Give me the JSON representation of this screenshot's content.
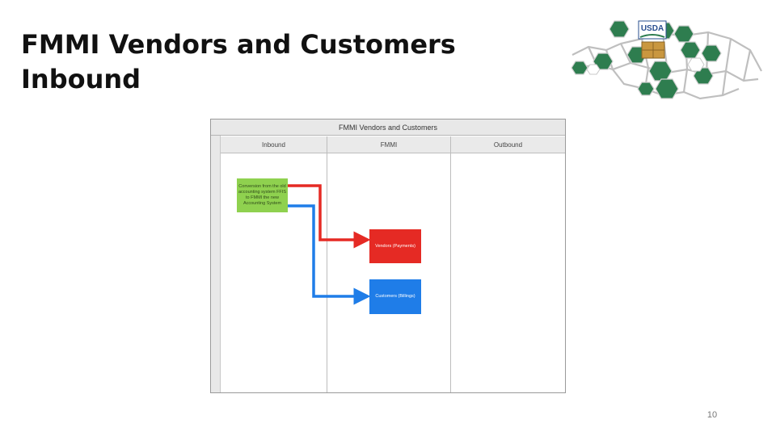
{
  "slide": {
    "title": "FMMI Vendors and Customers Inbound",
    "page_number": "10"
  },
  "logo": {
    "text": "USDA",
    "colors": {
      "hex_fill": "#2e7d4f",
      "hex_stroke": "#bfbfbf",
      "usda_blue": "#2a4f8f"
    }
  },
  "diagram": {
    "title": "FMMI Vendors and Customers",
    "lanes": [
      "Inbound",
      "FMMI",
      "Outbound"
    ],
    "boxes": {
      "source": "Conversion from the old accounting system FFIS to FMMI the new Accounting System",
      "vendors": "Vendors (Payments)",
      "customers": "Customers (Billings)"
    },
    "colors": {
      "source_box": "#8fd14f",
      "vendors_box": "#e52a24",
      "customers_box": "#1f7de8",
      "red_connector": "#e52a24",
      "blue_connector": "#1f7de8"
    }
  }
}
